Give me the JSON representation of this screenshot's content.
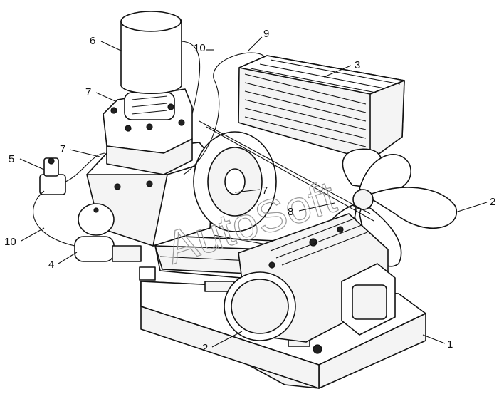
{
  "colors": {
    "ink": "#111111",
    "paper": "#ffffff",
    "watermark": "#9a9a9a"
  },
  "watermark": {
    "text": "AutoSoft"
  },
  "labels": [
    {
      "id": "lbl-1",
      "text": "1"
    },
    {
      "id": "lbl-2a",
      "text": "2"
    },
    {
      "id": "lbl-2b",
      "text": "2"
    },
    {
      "id": "lbl-3",
      "text": "3"
    },
    {
      "id": "lbl-4",
      "text": "4"
    },
    {
      "id": "lbl-5",
      "text": "5"
    },
    {
      "id": "lbl-6",
      "text": "6"
    },
    {
      "id": "lbl-7a",
      "text": "7"
    },
    {
      "id": "lbl-7b",
      "text": "7"
    },
    {
      "id": "lbl-7c",
      "text": "7"
    },
    {
      "id": "lbl-8",
      "text": "8"
    },
    {
      "id": "lbl-9",
      "text": "9"
    },
    {
      "id": "lbl-10a",
      "text": "10"
    },
    {
      "id": "lbl-10b",
      "text": "10"
    }
  ]
}
